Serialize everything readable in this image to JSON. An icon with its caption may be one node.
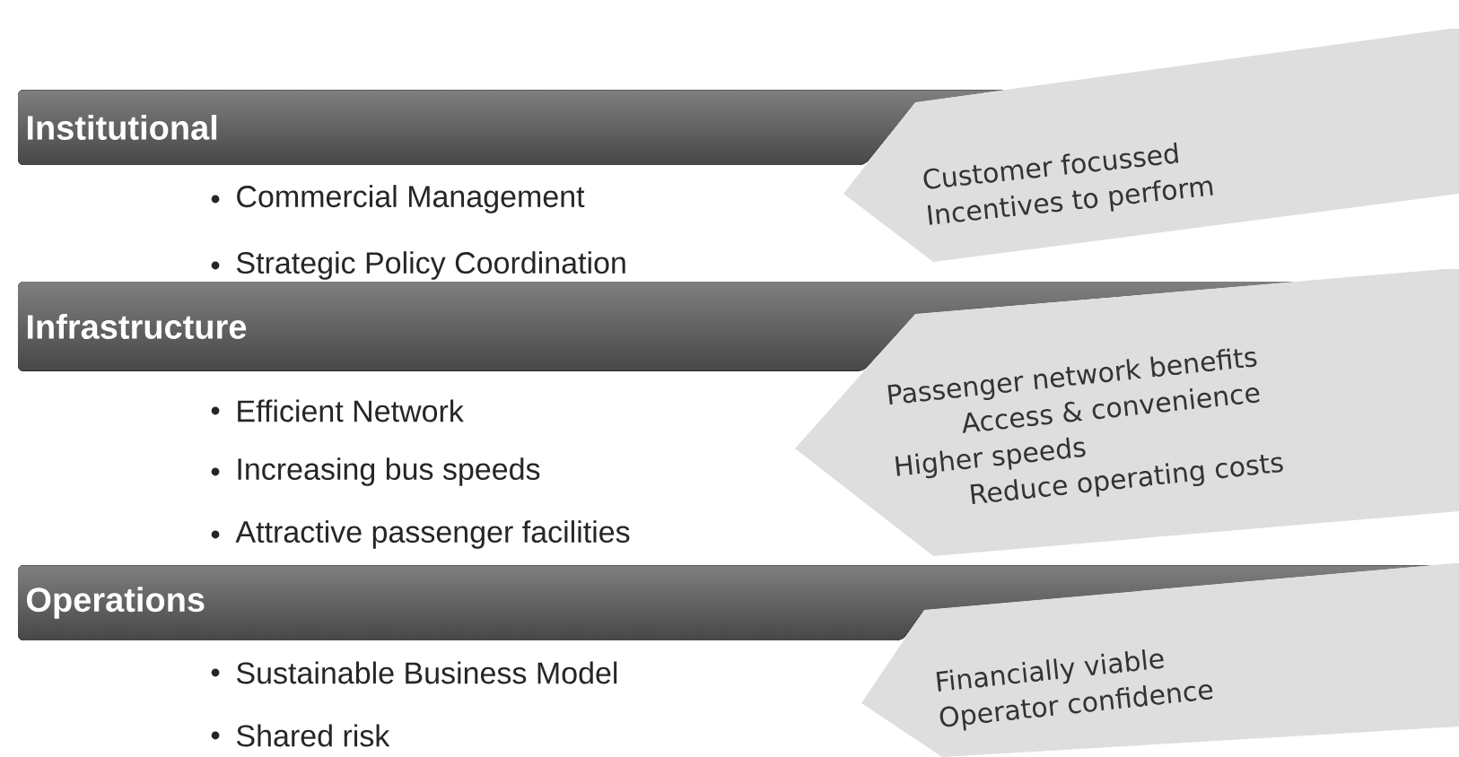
{
  "diagram": {
    "nodes": [
      {
        "text": [
          "Institutional"
        ]
      },
      {
        "text": [
          "Customer focussed",
          "Incentives to perform"
        ]
      },
      {
        "text": [
          "Infrastructure"
        ]
      },
      {
        "text": [
          "Passenger network benefits",
          "Access & convenience",
          "Higher speeds",
          "Reduce operating costs"
        ]
      },
      {
        "text": [
          "Operations"
        ]
      },
      {
        "text": [
          "Financially viable",
          "Operator confidence"
        ]
      }
    ],
    "labels": [
      "Commercial Management",
      "Strategic Policy Coordination",
      "Efficient Network",
      "Increasing bus speeds",
      "Attractive passenger facilities",
      "Sustainable Business Model",
      "Shared risk"
    ]
  }
}
